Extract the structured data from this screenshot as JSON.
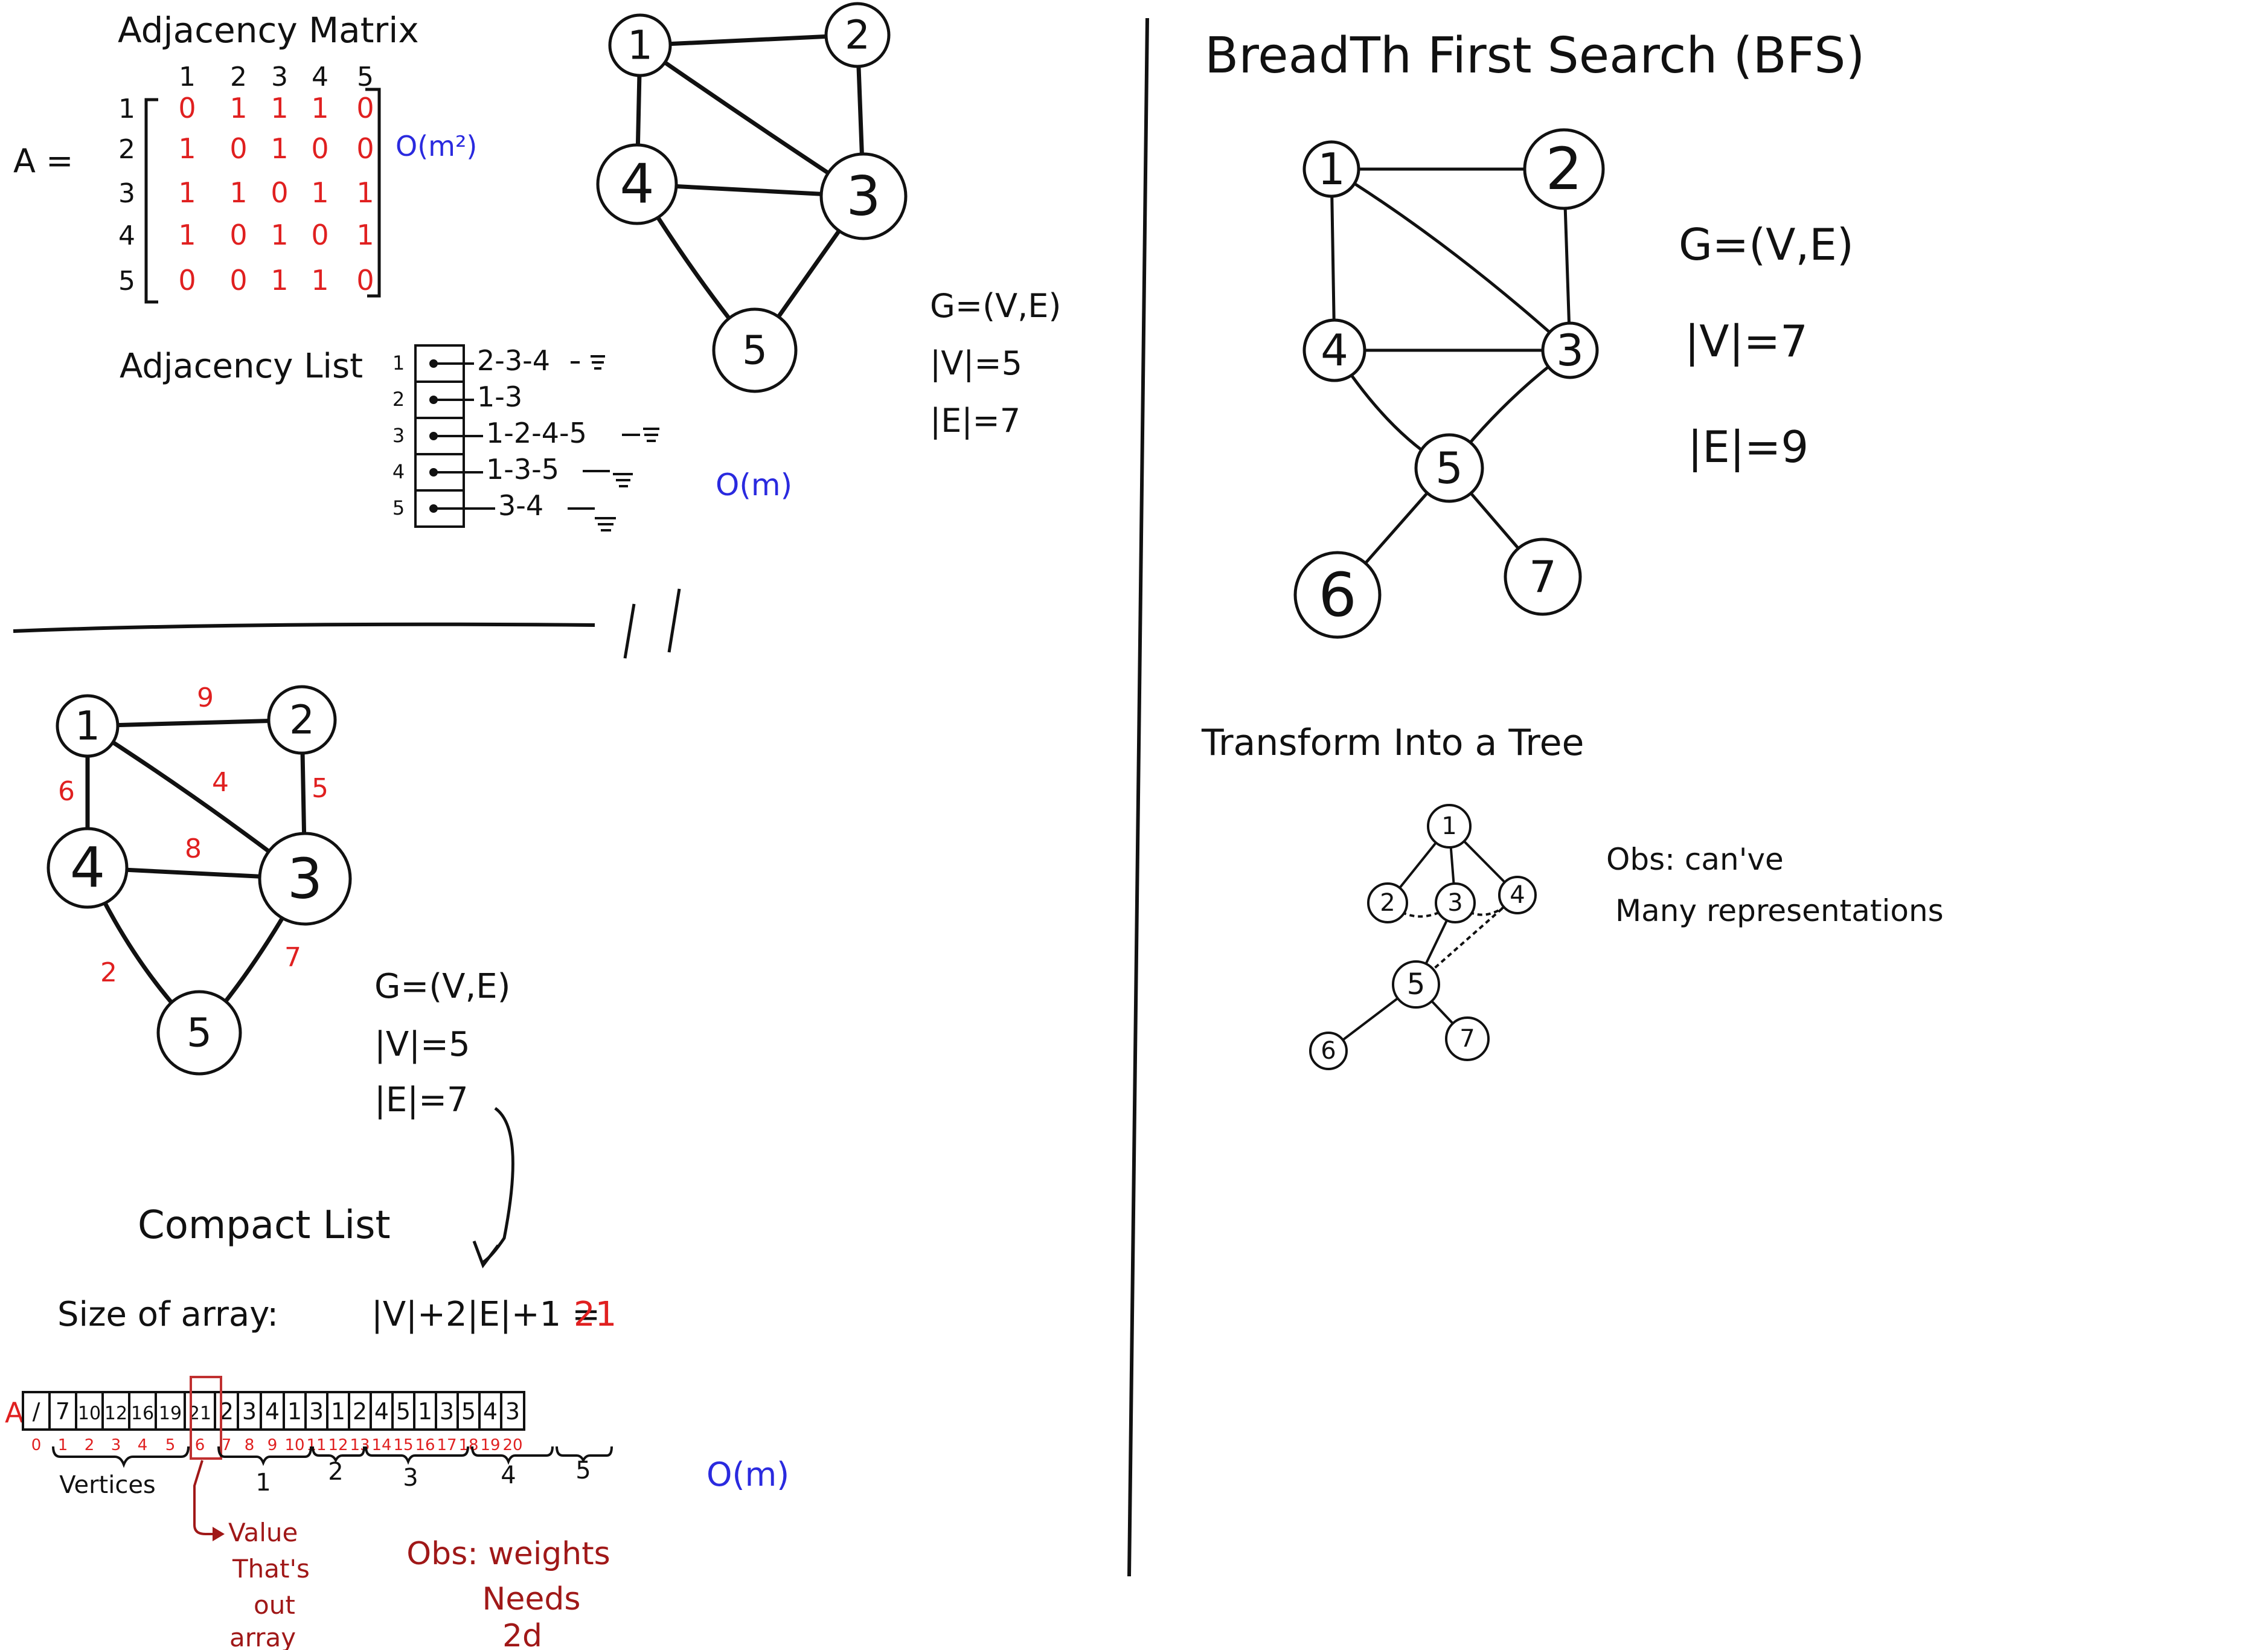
{
  "colors": {
    "ink": "#111111",
    "red": "#e02020",
    "blue": "#2a2adf",
    "darkred": "#a01818"
  },
  "matrix": {
    "title": "Adjacency Matrix",
    "label": "A =",
    "col_headers": [
      "1",
      "2",
      "3",
      "4",
      "5"
    ],
    "row_headers": [
      "1",
      "2",
      "3",
      "4",
      "5"
    ],
    "rows": [
      [
        "0",
        "1",
        "1",
        "1",
        "0"
      ],
      [
        "1",
        "0",
        "1",
        "0",
        "0"
      ],
      [
        "1",
        "1",
        "0",
        "1",
        "1"
      ],
      [
        "1",
        "0",
        "1",
        "0",
        "1"
      ],
      [
        "0",
        "0",
        "1",
        "1",
        "0"
      ]
    ],
    "complexity": "O(m²)"
  },
  "adj_list": {
    "title": "Adjacency List",
    "indices": [
      "1",
      "2",
      "3",
      "4",
      "5"
    ],
    "entries": [
      "2-3-4",
      "1-3",
      "1-2-4-5",
      "1-3-5",
      "3-4"
    ],
    "complexity": "O(m)"
  },
  "graph1": {
    "nodes": [
      "1",
      "2",
      "3",
      "4",
      "5"
    ],
    "stats": [
      "G=(V,E)",
      "|V|=5",
      "|E|=7"
    ]
  },
  "graph2": {
    "nodes": [
      "1",
      "2",
      "3",
      "4",
      "5"
    ],
    "weights": [
      "9",
      "6",
      "4",
      "5",
      "8",
      "2",
      "7"
    ],
    "stats": [
      "G=(V,E)",
      "|V|=5",
      "|E|=7"
    ]
  },
  "compact": {
    "title": "Compact List",
    "size_label": "Size of array:",
    "size_formula": "|V|+2|E|+1 =",
    "size_value": "21",
    "array_label": "A",
    "cells": [
      "/",
      "7",
      "10",
      "12",
      "16",
      "19",
      "21",
      "2",
      "3",
      "4",
      "1",
      "3",
      "1",
      "2",
      "4",
      "5",
      "1",
      "3",
      "5",
      "4",
      "3"
    ],
    "indices": [
      "0",
      "1",
      "2",
      "3",
      "4",
      "5",
      "6",
      "7",
      "8",
      "9",
      "10",
      "11",
      "12",
      "13",
      "14",
      "15",
      "16",
      "17",
      "18",
      "19",
      "20"
    ],
    "groups": [
      "Vertices",
      "1",
      "2",
      "3",
      "4",
      "5"
    ],
    "complexity": "O(m)",
    "note_lines": [
      "Value",
      "That's",
      "out",
      "array"
    ],
    "obs_lines": [
      "Obs: weights",
      "Needs",
      "2d"
    ]
  },
  "bfs": {
    "title": "BreadTh First Search (BFS)",
    "nodes": [
      "1",
      "2",
      "3",
      "4",
      "5",
      "6",
      "7"
    ],
    "stats": [
      "G=(V,E)",
      "|V|=7",
      "|E|=9"
    ]
  },
  "tree": {
    "title": "Transform Into a Tree",
    "nodes": [
      "1",
      "2",
      "3",
      "4",
      "5",
      "6",
      "7"
    ],
    "obs_lines": [
      "Obs: can've",
      "Many representations"
    ]
  }
}
